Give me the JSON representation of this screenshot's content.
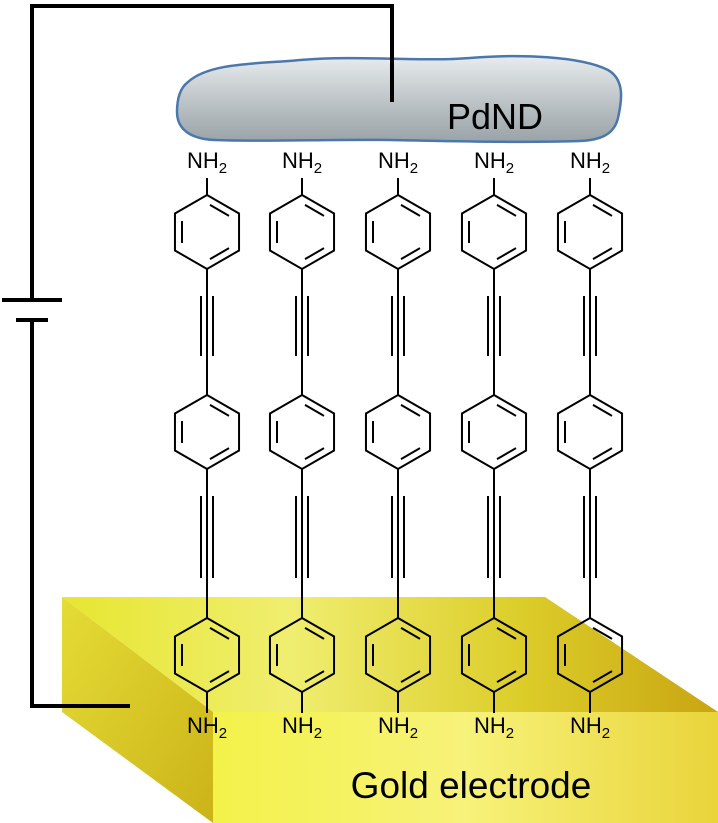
{
  "labels": {
    "top_electrode": "PdND",
    "bottom_electrode": "Gold electrode",
    "amine_group": "NH",
    "amine_subscript": "2"
  },
  "colors": {
    "pdnd_fill_light": "#e8ecee",
    "pdnd_fill_dark": "#9aa3a7",
    "pdnd_outline": "#4a78ad",
    "gold_light": "#f5f560",
    "gold_mid": "#e8e020",
    "gold_dark": "#c9a810",
    "wire": "#000000"
  },
  "molecule": {
    "count": 5,
    "ring_units": 3,
    "linker": "triple-bond"
  }
}
